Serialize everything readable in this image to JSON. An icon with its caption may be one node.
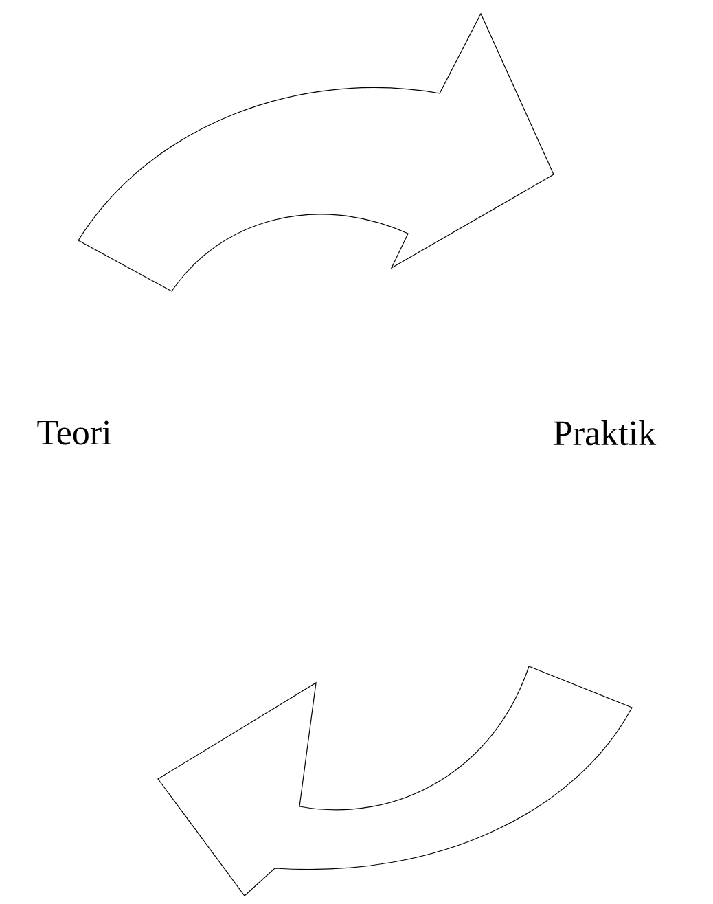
{
  "diagram": {
    "nodes": [
      {
        "text": [
          "Teori"
        ]
      },
      {
        "text": [
          "Praktik"
        ]
      }
    ],
    "edges": [
      {
        "from": 0,
        "to": 1,
        "arrow": "to"
      },
      {
        "from": 1,
        "to": 0,
        "arrow": "to"
      }
    ]
  }
}
